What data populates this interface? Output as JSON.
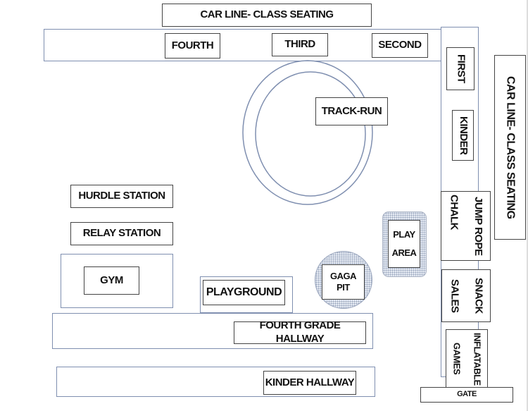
{
  "labels": {
    "car_line_top": "CAR LINE- CLASS SEATING",
    "fourth": "FOURTH",
    "third": "THIRD",
    "second": "SECOND",
    "first": "FIRST",
    "kinder": "KINDER",
    "car_line_right": "CAR LINE- CLASS SEATING",
    "track_run": "TRACK-RUN",
    "hurdle_station": "HURDLE STATION",
    "relay_station": "RELAY STATION",
    "gym": "GYM",
    "playground": "PLAYGROUND",
    "gaga_pit": "GAGA PIT",
    "play_area": "PLAY AREA",
    "jump_rope": "JUMP ROPE",
    "chalk": "CHALK",
    "snack": "SNACK",
    "sales": "SALES",
    "inflatable": "INFLATABLE",
    "games": "GAMES",
    "fourth_grade_hallway": "FOURTH GRADE HALLWAY",
    "kinder_hallway": "KINDER HALLWAY",
    "gate": "GATE"
  },
  "colors": {
    "outline": "#444444",
    "structure_outline": "#7f8fb0",
    "pattern_fill": "#e4e9f2"
  }
}
